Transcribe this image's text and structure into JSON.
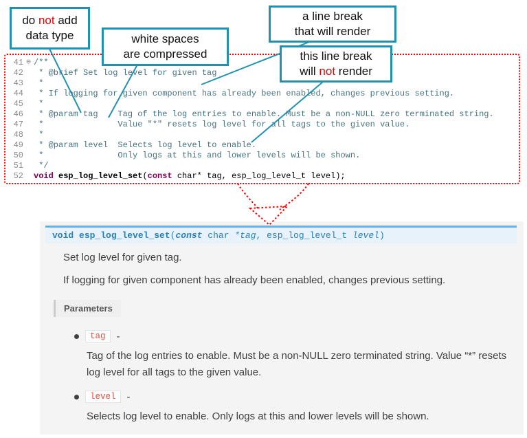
{
  "colors": {
    "callout_border": "#2191b0",
    "annotation_red": "#ff0000",
    "comment_text": "#44737f",
    "keyword_text": "#7f0055",
    "signature_bg": "#e7f2fa",
    "signature_border": "#6ab0de",
    "signature_text": "#2980b9",
    "literal_text": "#e74c3c",
    "docs_panel_bg": "#f4f4f4"
  },
  "callouts": {
    "box1": {
      "l1a": "do ",
      "l1b": "not",
      "l1c": " add",
      "l2": "data type"
    },
    "box2": {
      "l1": "white spaces",
      "l2": "are compressed"
    },
    "box3": {
      "l1": "a line break",
      "l2": "that will render"
    },
    "box4": {
      "l1": "this line break",
      "l2a": "will ",
      "l2b": "not",
      "l2c": " render"
    }
  },
  "code": {
    "lines": [
      {
        "num": "41",
        "fold": "⊖",
        "segments": [
          {
            "t": "/**",
            "c": "comment"
          }
        ]
      },
      {
        "num": "42",
        "segments": [
          {
            "t": " * @brief Set log level for given tag",
            "c": "comment"
          }
        ]
      },
      {
        "num": "43",
        "segments": [
          {
            "t": " *",
            "c": "comment"
          }
        ]
      },
      {
        "num": "44",
        "segments": [
          {
            "t": " * If logging for given component has already been enabled, changes previous setting.",
            "c": "comment"
          }
        ]
      },
      {
        "num": "45",
        "segments": [
          {
            "t": " *",
            "c": "comment"
          }
        ]
      },
      {
        "num": "46",
        "segments": [
          {
            "t": " * @param tag    Tag of the log entries to enable. Must be a non-NULL zero terminated string.",
            "c": "comment"
          }
        ]
      },
      {
        "num": "47",
        "segments": [
          {
            "t": " *               Value \"*\" resets log level for all tags to the given value.",
            "c": "comment"
          }
        ]
      },
      {
        "num": "48",
        "segments": [
          {
            "t": " *",
            "c": "comment"
          }
        ]
      },
      {
        "num": "49",
        "segments": [
          {
            "t": " * @param level  Selects log level to enable.",
            "c": "comment"
          }
        ]
      },
      {
        "num": "50",
        "segments": [
          {
            "t": " *               Only logs at this and lower levels will be shown.",
            "c": "comment"
          }
        ]
      },
      {
        "num": "51",
        "segments": [
          {
            "t": " */",
            "c": "comment"
          }
        ]
      },
      {
        "num": "52",
        "segments": [
          {
            "t": "void",
            "c": "kw"
          },
          {
            "t": " ",
            "c": "plain"
          },
          {
            "t": "esp_log_level_set",
            "c": "fn"
          },
          {
            "t": "(",
            "c": "plain"
          },
          {
            "t": "const",
            "c": "kw"
          },
          {
            "t": " char* tag, esp_log_level_t level);",
            "c": "plain"
          }
        ]
      }
    ]
  },
  "docs": {
    "signature": {
      "segments": [
        {
          "t": "void",
          "c": "kw"
        },
        {
          "t": " ",
          "c": "plain"
        },
        {
          "t": "esp_log_level_set",
          "c": "name"
        },
        {
          "t": "(",
          "c": "plain"
        },
        {
          "t": "const",
          "c": "prop"
        },
        {
          "t": " char ",
          "c": "plain"
        },
        {
          "t": "*tag",
          "c": "param"
        },
        {
          "t": ", esp_log_level_t ",
          "c": "plain"
        },
        {
          "t": "level",
          "c": "param"
        },
        {
          "t": ")",
          "c": "plain"
        }
      ]
    },
    "para1": "Set log level for given tag.",
    "para2": "If logging for given component has already been enabled, changes previous setting.",
    "parameters_label": "Parameters",
    "params": [
      {
        "name": "tag",
        "dash": "-",
        "desc": "Tag of the log entries to enable. Must be a non-NULL zero terminated string. Value “*” resets log level for all tags to the given value."
      },
      {
        "name": "level",
        "dash": "-",
        "desc": "Selects log level to enable. Only logs at this and lower levels will be shown."
      }
    ]
  }
}
